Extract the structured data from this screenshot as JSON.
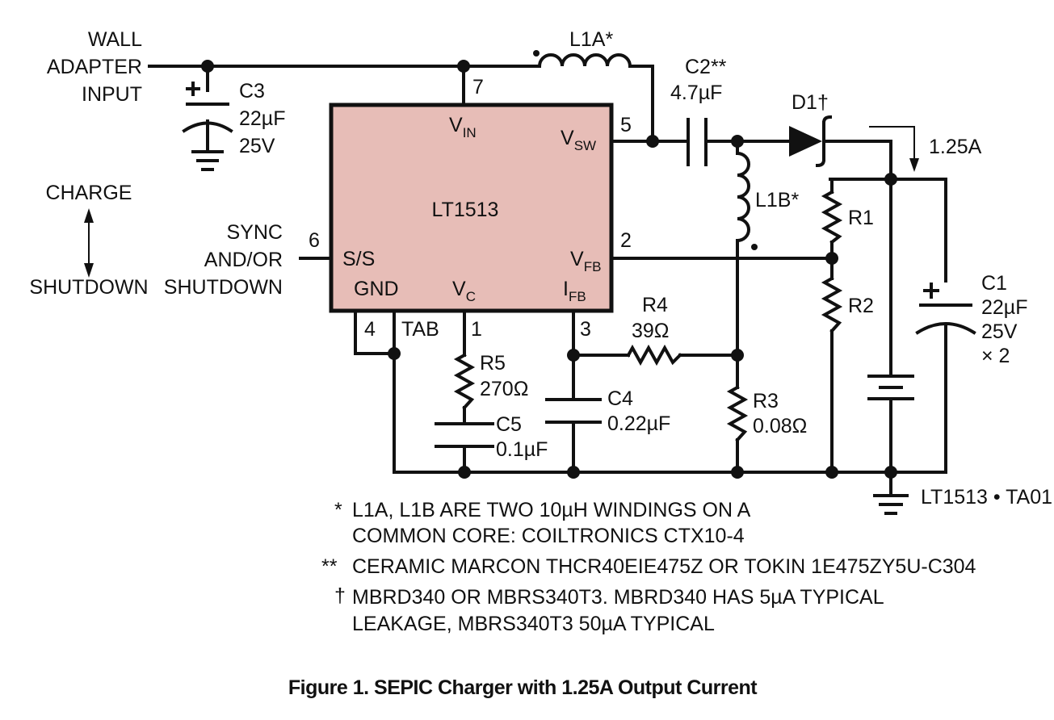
{
  "colors": {
    "ic_fill": "#e7bdb7",
    "ink": "#111111",
    "background": "#ffffff"
  },
  "labels": {
    "wall": "WALL",
    "adapter": "ADAPTER",
    "input": "INPUT",
    "charge": "CHARGE",
    "shutdown": "SHUTDOWN",
    "sync": "SYNC",
    "andor": "AND/OR",
    "sync_shutdown": "SHUTDOWN",
    "tab": "TAB",
    "current": "1.25A",
    "code": "LT1513 • TA01"
  },
  "ic": {
    "name": "LT1513",
    "vin": "V",
    "vin_sub": "IN",
    "vsw": "V",
    "vsw_sub": "SW",
    "ss": "S/S",
    "vfb": "V",
    "vfb_sub": "FB",
    "gnd": "GND",
    "vc": "V",
    "vc_sub": "C",
    "ifb": "I",
    "ifb_sub": "FB"
  },
  "pins": {
    "p7": "7",
    "p5": "5",
    "p6": "6",
    "p2": "2",
    "p4": "4",
    "p1": "1",
    "p3": "3"
  },
  "components": {
    "l1a": "L1A*",
    "l1b": "L1B*",
    "c2": "C2**",
    "c2_val": "4.7µF",
    "d1": "D1†",
    "c3": "C3",
    "c3_val": "22µF",
    "c3_v": "25V",
    "r1": "R1",
    "r2": "R2",
    "r3": "R3",
    "r3_val": "0.08Ω",
    "r4": "R4",
    "r4_val": "39Ω",
    "r5": "R5",
    "r5_val": "270Ω",
    "c4": "C4",
    "c4_val": "0.22µF",
    "c5": "C5",
    "c5_val": "0.1µF",
    "c1": "C1",
    "c1_val": "22µF",
    "c1_v": "25V",
    "c1_n": "× 2"
  },
  "notes": {
    "n1_mark": "*",
    "n1_l1": "L1A, L1B ARE TWO 10µH WINDINGS ON A",
    "n1_l2": "COMMON CORE: COILTRONICS CTX10-4",
    "n2_mark": "**",
    "n2_l1": "CERAMIC MARCON THCR40EIE475Z OR TOKIN 1E475ZY5U-C304",
    "n3_mark": "†",
    "n3_l1": "MBRD340 OR MBRS340T3. MBRD340 HAS 5µA TYPICAL",
    "n3_l2": "LEAKAGE, MBRS340T3 50µA TYPICAL"
  },
  "caption": "Figure 1. SEPIC Charger with 1.25A Output Current"
}
